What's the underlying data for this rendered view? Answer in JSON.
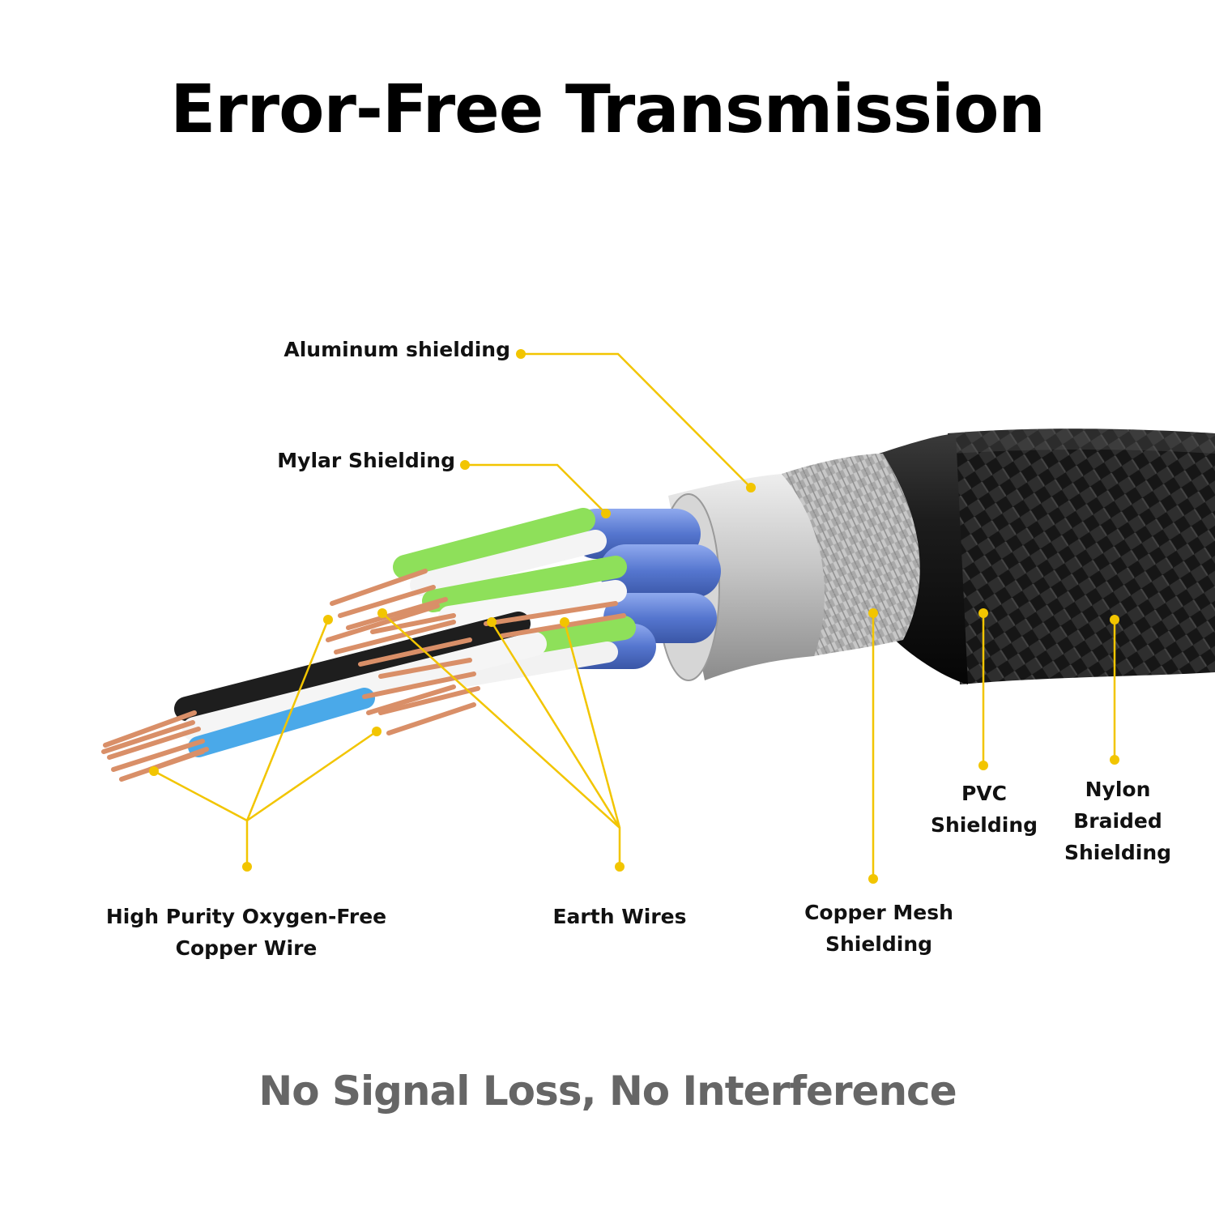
{
  "title": "Error-Free Transmission",
  "subtitle": "No Signal Loss, No Interference",
  "colors": {
    "callout": "#f2c500",
    "subtitle": "#666666",
    "copper": "#d98f68",
    "green": "#8ee05a",
    "blue": "#5b7fd6",
    "silver": "#c9cbcd",
    "black": "#1a1a1a"
  },
  "labels": {
    "aluminum": "Aluminum shielding",
    "mylar": "Mylar Shielding",
    "copper_wire_1": "High Purity Oxygen-Free",
    "copper_wire_2": "Copper Wire",
    "earth": "Earth Wires",
    "copper_mesh_1": "Copper Mesh",
    "copper_mesh_2": "Shielding",
    "pvc_1": "PVC",
    "pvc_2": "Shielding",
    "nylon_1": "Nylon",
    "nylon_2": "Braided",
    "nylon_3": "Shielding"
  },
  "icons": {
    "cable": "cable-cross-section-illustration"
  }
}
